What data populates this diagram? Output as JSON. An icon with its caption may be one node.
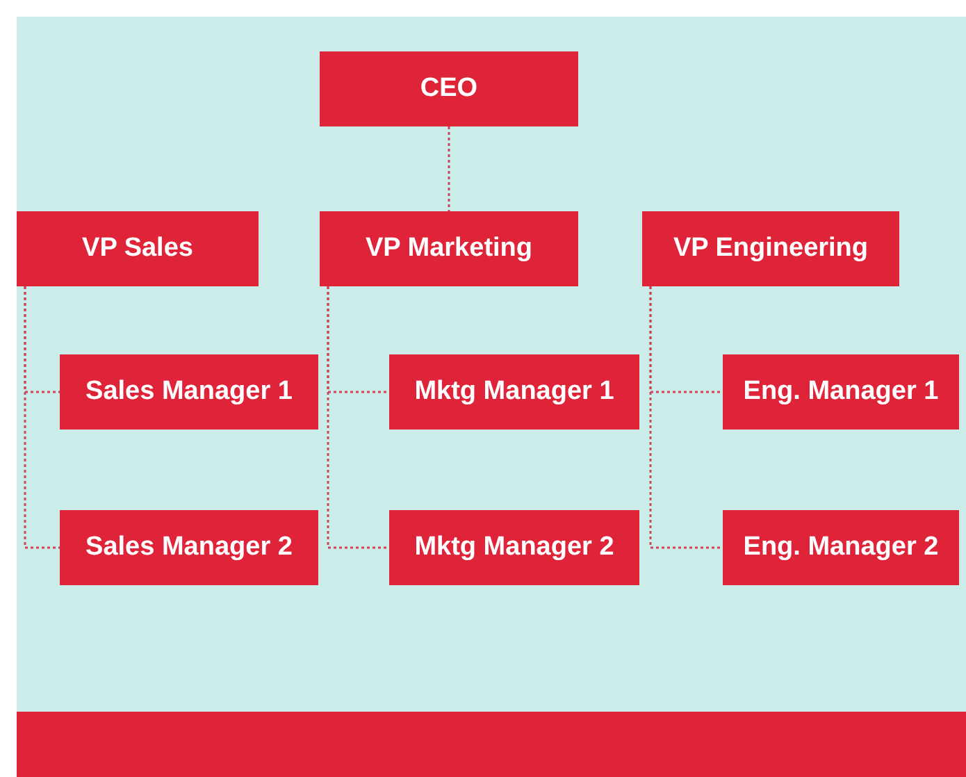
{
  "diagram": {
    "nodes": [
      {
        "text": [
          "CEO"
        ]
      },
      {
        "text": [
          "VP Sales"
        ]
      },
      {
        "text": [
          "VP Marketing"
        ]
      },
      {
        "text": [
          "VP Engineering"
        ]
      },
      {
        "text": [
          "Sales Manager 1"
        ]
      },
      {
        "text": [
          "Sales Manager 2"
        ]
      },
      {
        "text": [
          "Mktg Manager 1"
        ]
      },
      {
        "text": [
          "Mktg Manager 2"
        ]
      },
      {
        "text": [
          "Eng. Manager 1"
        ]
      },
      {
        "text": [
          "Eng. Manager 2"
        ]
      }
    ],
    "edges": [
      {
        "from": 0,
        "to": 2,
        "arrow": "none",
        "style": "dashed"
      },
      {
        "from": 1,
        "to": 4,
        "arrow": "none",
        "style": "dashed"
      },
      {
        "from": 1,
        "to": 5,
        "arrow": "none",
        "style": "dashed"
      },
      {
        "from": 2,
        "to": 6,
        "arrow": "none",
        "style": "dashed"
      },
      {
        "from": 2,
        "to": 7,
        "arrow": "none",
        "style": "dashed"
      },
      {
        "from": 3,
        "to": 8,
        "arrow": "none",
        "style": "dashed"
      },
      {
        "from": 3,
        "to": 9,
        "arrow": "none",
        "style": "dashed"
      }
    ]
  }
}
